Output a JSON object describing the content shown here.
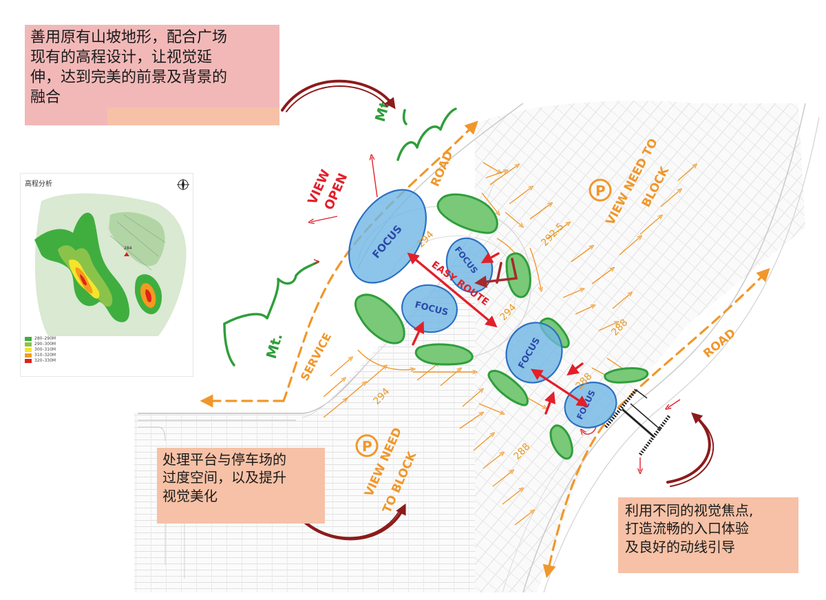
{
  "notes": {
    "top": [
      "善用原有山坡地形，配合广场",
      "现有的高程设计，让视觉延",
      "伸，达到完美的前景及背景的",
      "融合"
    ],
    "middle": [
      "处理平台与停车场的",
      "过度空间，以及提升",
      "视觉美化"
    ],
    "bottom_right": [
      "利用不同的视觉焦点,",
      "打造流畅的入口体验",
      "及良好的动线引导"
    ]
  },
  "inset": {
    "title": "高程分析",
    "marker": "284",
    "legend": [
      {
        "label": "280–290M",
        "color": "#3fae3f"
      },
      {
        "label": "290–300M",
        "color": "#8bc34a"
      },
      {
        "label": "300–310M",
        "color": "#f5e52a"
      },
      {
        "label": "310–320M",
        "color": "#f39a1f"
      },
      {
        "label": "320–330M",
        "color": "#e0211b"
      }
    ]
  },
  "labels": {
    "view_open": [
      "VIEW",
      "OPEN"
    ],
    "view_need_top": [
      "VIEW NEED TO",
      "BLOCK"
    ],
    "view_need_bottom": [
      "VIEW NEED",
      "TO BLOCK"
    ],
    "road": "ROAD",
    "service": "SERVICE",
    "mt": "Mt.",
    "focus": "FOCUS",
    "easy_route": "EASY ROUTE",
    "parking": "P"
  },
  "levels": {
    "a": "294",
    "b": "292.5",
    "c": "294",
    "d": "294",
    "e": "288",
    "f": "288",
    "g": "288"
  },
  "colors": {
    "orange": "#f0972b",
    "red": "#e2202a",
    "green": "#2f9e3b",
    "blue": "#2b4aa8",
    "focus_fill": "#6fb6e4",
    "focus_stroke": "#2b6fc2",
    "bush_fill": "#79c979",
    "bush_stroke": "#2f9e3b",
    "darkred": "#8c1b1b"
  }
}
